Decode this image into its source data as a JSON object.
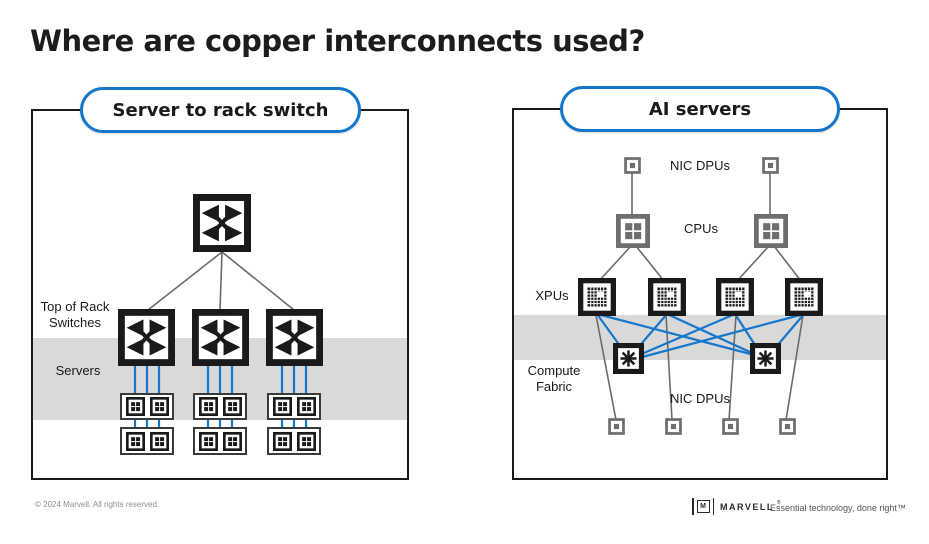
{
  "title": "Where are copper interconnects used?",
  "panels": {
    "left": {
      "header": "Server to rack switch",
      "label_top_of_rack": "Top of Rack\nSwitches",
      "label_servers": "Servers"
    },
    "right": {
      "header": "AI servers",
      "label_nic_dpus_top": "NIC DPUs",
      "label_cpus": "CPUs",
      "label_xpus": "XPUs",
      "label_compute_fabric": "Compute\nFabric",
      "label_nic_dpus_bottom": "NIC DPUs"
    }
  },
  "footer": {
    "copyright": "© 2024 Marvell. All rights reserved.",
    "brand": "MARVELL",
    "brand_mark": "®",
    "tagline": "Essential technology, done right™"
  },
  "colors": {
    "accent_blue": "#1477CC",
    "line_gray": "#6b6b6b",
    "band_gray": "#d9d9d9",
    "ink": "#1c1c1c",
    "chip_gray": "#6e6e6e"
  },
  "icons": {
    "switch": "crossbar-switch-icon",
    "cpu": "cpu-chip-icon",
    "xpu": "xpu-chip-icon",
    "fabric": "fabric-switch-icon",
    "nic": "nic-dpu-icon",
    "server_chip": "server-chip-icon",
    "logo": "marvell-logo-icon"
  }
}
